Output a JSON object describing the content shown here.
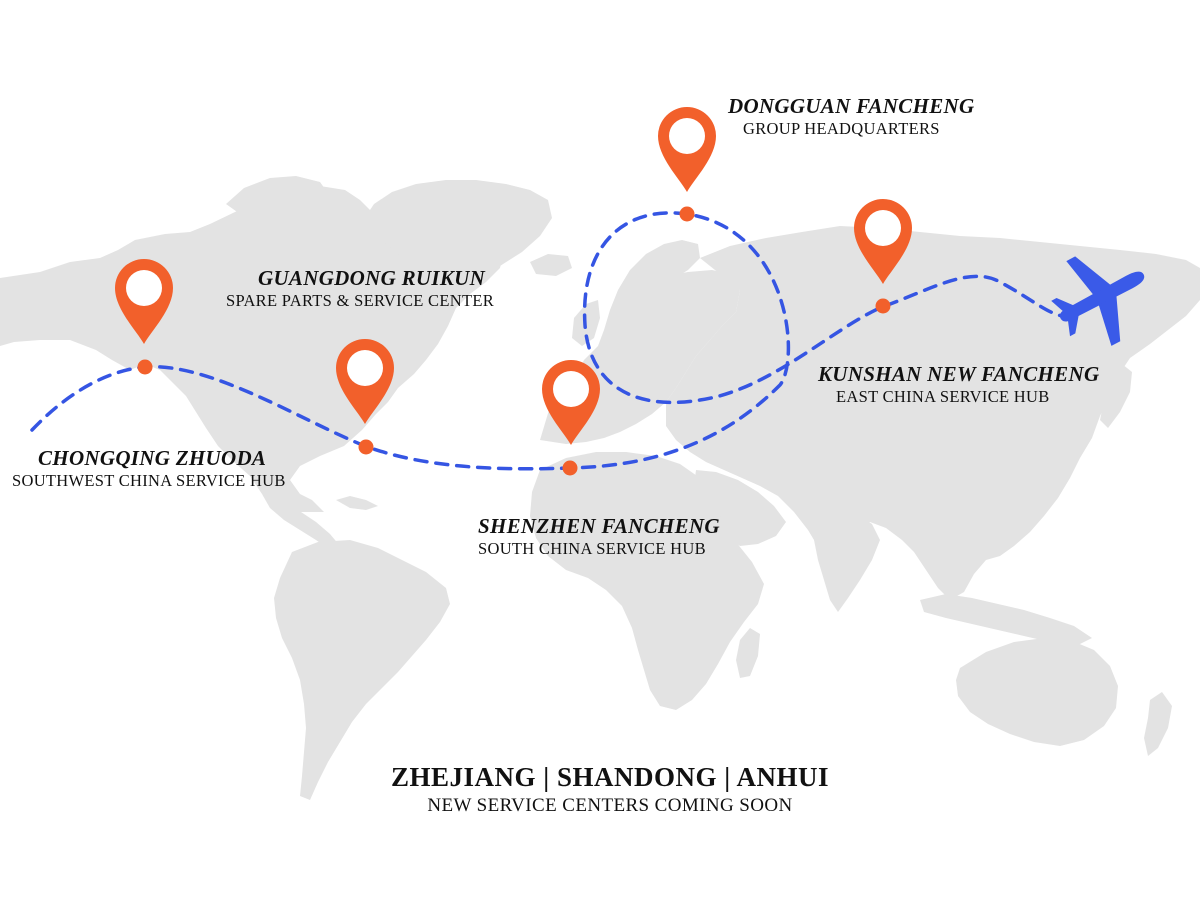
{
  "colors": {
    "land": "#e3e3e3",
    "route": "#3555e3",
    "pin": "#f2602b",
    "airplane": "#3a5ae8",
    "text": "#111111"
  },
  "icons": {
    "pin": "map-pin-icon",
    "plane": "airplane-icon"
  },
  "locations": [
    {
      "id": "dongguan",
      "name": "DONGGUAN FANCHENG",
      "subtitle": "GROUP HEADQUARTERS"
    },
    {
      "id": "guangdong",
      "name": "GUANGDONG RUIKUN",
      "subtitle": "SPARE PARTS & SERVICE CENTER"
    },
    {
      "id": "kunshan",
      "name": "KUNSHAN NEW FANCHENG",
      "subtitle": "EAST CHINA SERVICE HUB"
    },
    {
      "id": "chongqing",
      "name": "CHONGQING ZHUODA",
      "subtitle": "SOUTHWEST CHINA SERVICE HUB"
    },
    {
      "id": "shenzhen",
      "name": "SHENZHEN FANCHENG",
      "subtitle": "SOUTH CHINA SERVICE HUB"
    }
  ],
  "footer": {
    "title": "ZHEJIANG | SHANDONG | ANHUI",
    "subtitle": "NEW SERVICE CENTERS COMING SOON"
  }
}
